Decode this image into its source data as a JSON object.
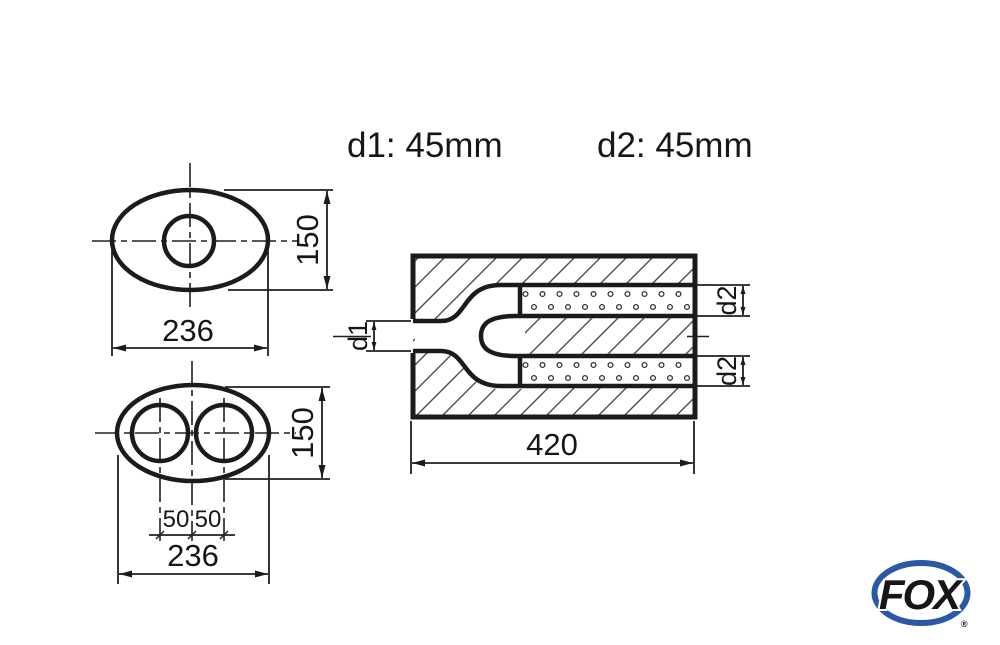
{
  "annotations": {
    "d1": "d1: 45mm",
    "d2": "d2: 45mm"
  },
  "view_top": {
    "width": "236",
    "height": "150"
  },
  "view_bottom": {
    "width": "236",
    "height": "150",
    "pitch_left": "50",
    "pitch_right": "50"
  },
  "section": {
    "length": "420",
    "inlet": "d1",
    "outlet_top": "d2",
    "outlet_bottom": "d2"
  },
  "logo": {
    "name": "FOX",
    "reg": "®"
  },
  "colors": {
    "line": "#1b1b1b",
    "hatch": "#4d4d4d",
    "logo_blue": "#2a58a5",
    "background": "#ffffff"
  }
}
